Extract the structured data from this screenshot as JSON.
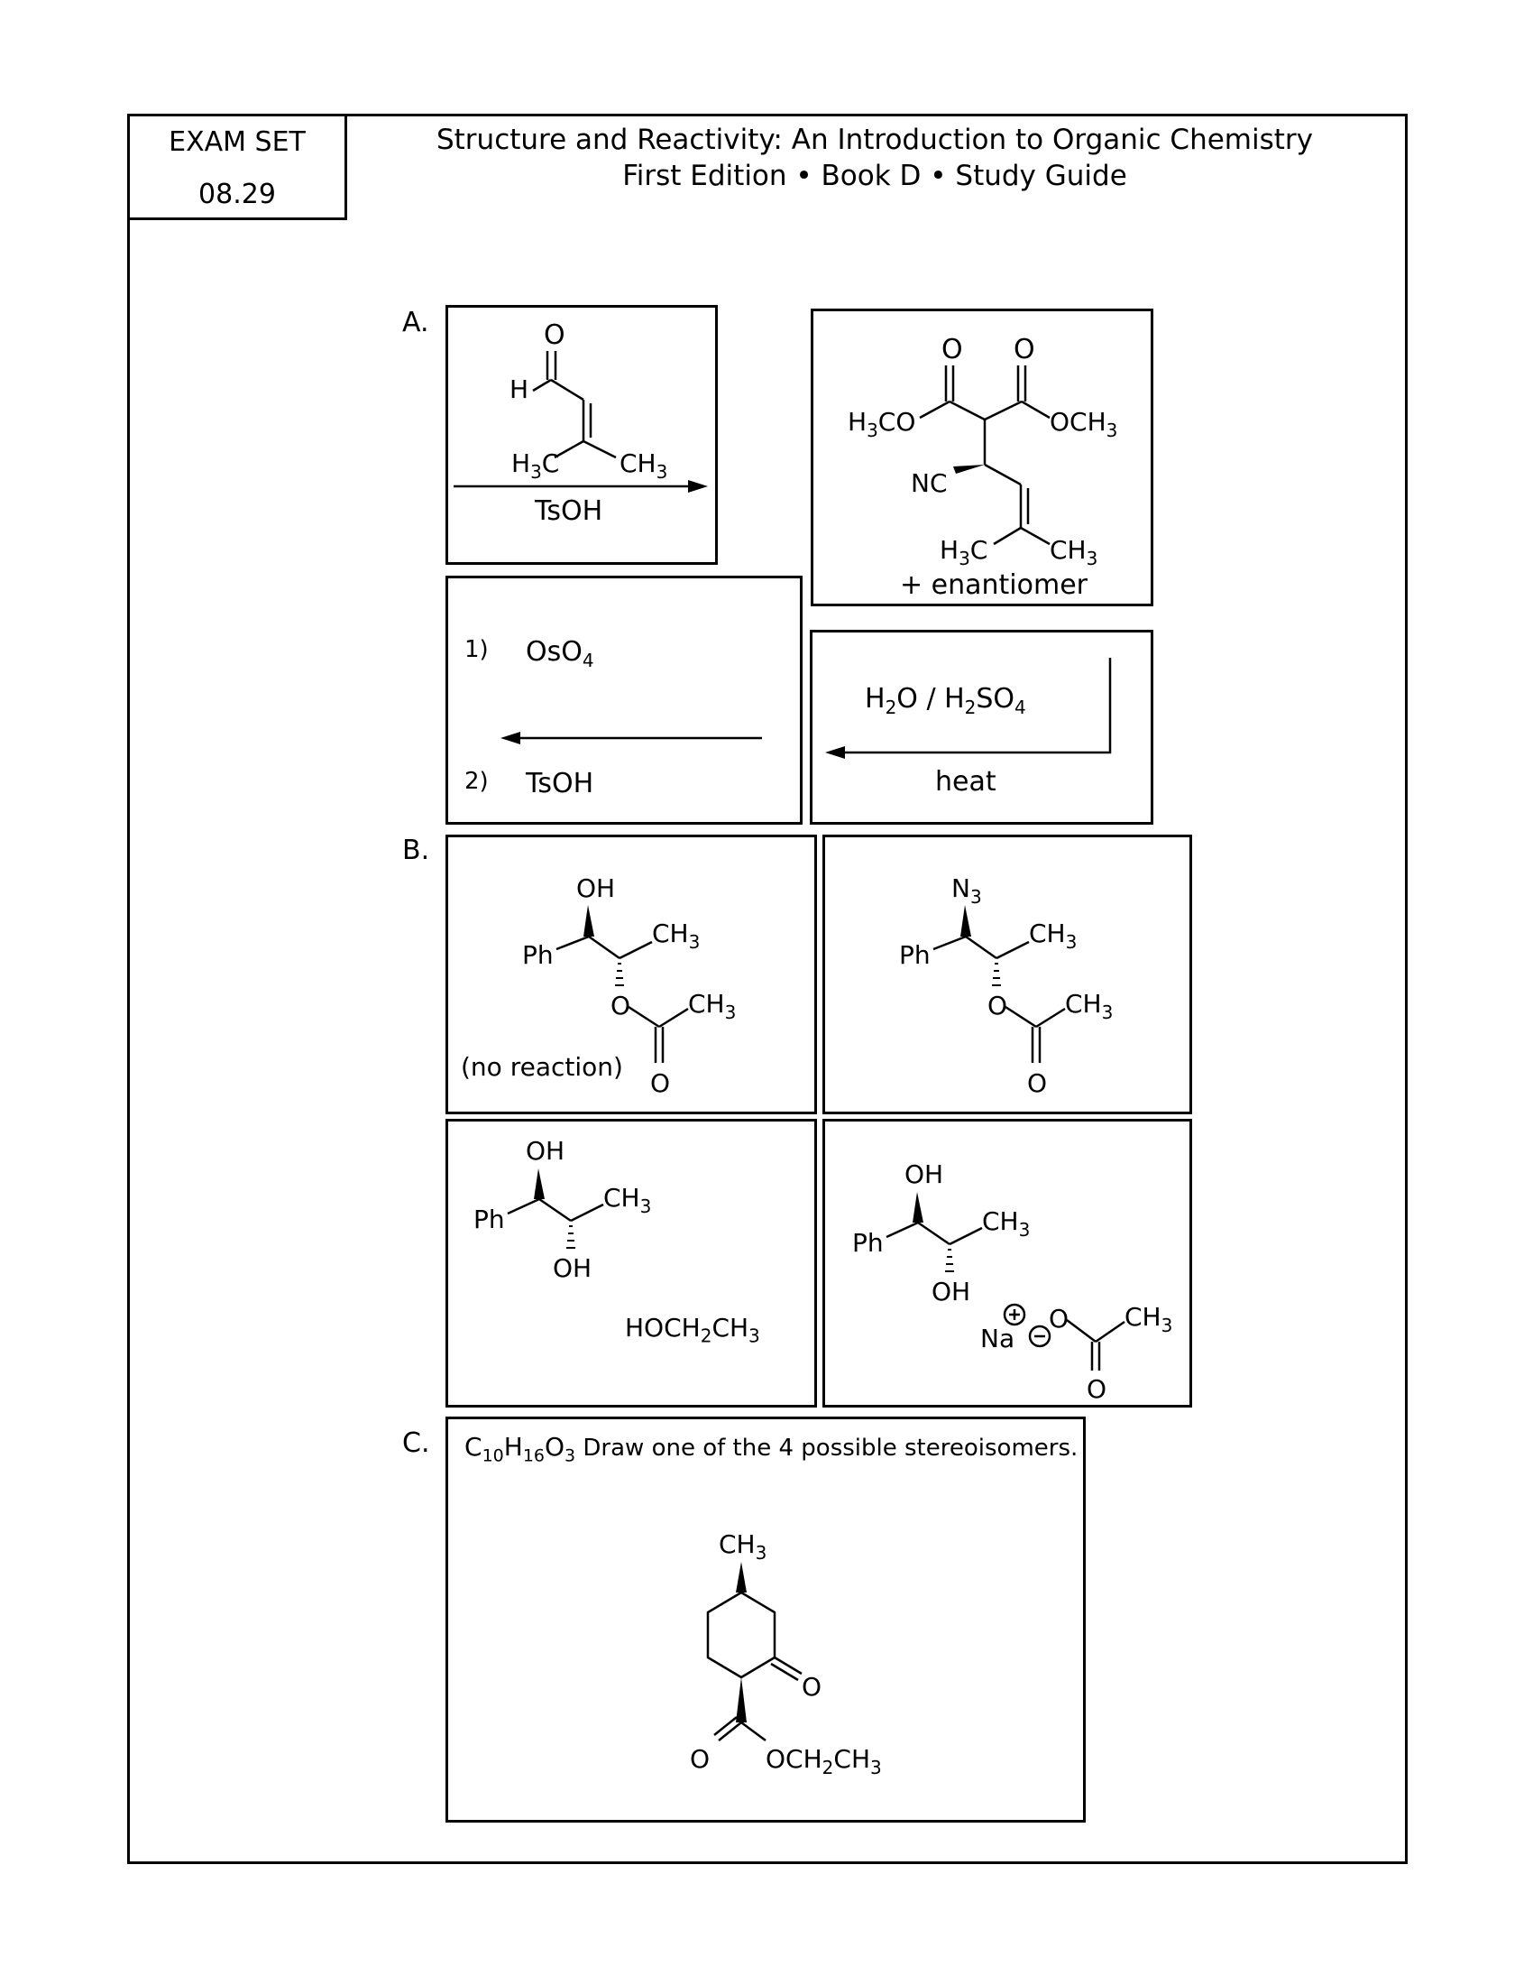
{
  "header": {
    "exam_set_label": "EXAM SET",
    "exam_set_number": "08.29",
    "title_line1": "Structure and Reactivity: An Introduction to Organic Chemistry",
    "title_line2": "First Edition • Book D • Study Guide"
  },
  "partA": {
    "label": "A.",
    "box1": {
      "reagent": "TsOH",
      "atoms": {
        "O": "O",
        "H": "H"
      }
    },
    "box2": {
      "note": "+ enantiomer",
      "atoms": {
        "O1": "O",
        "O2": "O",
        "NC": "NC"
      }
    },
    "box3": {
      "step1_num": "1)",
      "step2_num": "2)",
      "step2_reagent": "TsOH"
    },
    "box4": {
      "conditions": "heat"
    }
  },
  "partB": {
    "label": "B.",
    "box1": {
      "note": "(no reaction)",
      "Ph": "Ph",
      "OH": "OH",
      "O_ester": "O",
      "O_carbonyl": "O"
    },
    "box2": {
      "Ph": "Ph",
      "O_ester": "O",
      "O_carbonyl": "O"
    },
    "box3": {
      "Ph": "Ph",
      "OH_top": "OH",
      "OH_bottom": "OH"
    },
    "box4": {
      "Ph": "Ph",
      "OH_top": "OH",
      "OH_bottom": "OH",
      "Na": "Na",
      "O_ester": "O",
      "O_carbonyl": "O"
    }
  },
  "partC": {
    "label": "C.",
    "instruction": "Draw one of the 4 possible stereoisomers.",
    "atoms": {
      "O_ketone": "O",
      "O_ester": "O"
    }
  }
}
